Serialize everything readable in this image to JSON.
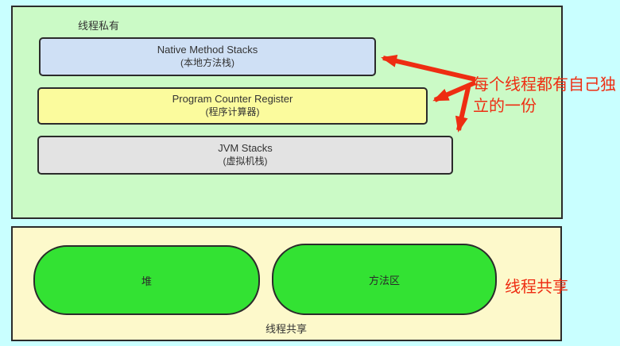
{
  "page": {
    "background_color": "#c9ffff"
  },
  "thread_private": {
    "label": "线程私有",
    "background_color": "#cbfac6",
    "border_color": "#2b2b2b",
    "boxes": [
      {
        "title": "Native Method Stacks",
        "subtitle": "(本地方法栈)",
        "color": "#cfe0f5"
      },
      {
        "title": "Program Counter Register",
        "subtitle": "(程序计算器)",
        "color": "#fbfb9d"
      },
      {
        "title": "JVM Stacks",
        "subtitle": "(虚拟机栈)",
        "color": "#e3e3e3"
      }
    ]
  },
  "annotation": {
    "line1": "每个线程都有自己独",
    "line2": "立的一份",
    "color": "#ee2d12",
    "arrow_color": "#ee2d12"
  },
  "thread_shared": {
    "label": "线程共享",
    "background_color": "#fdf9cb",
    "pills": [
      {
        "label": "堆",
        "color": "#33e233"
      },
      {
        "label": "方法区",
        "color": "#33e233"
      }
    ],
    "side_note": "线程共享",
    "side_note_color": "#ee2d12"
  }
}
